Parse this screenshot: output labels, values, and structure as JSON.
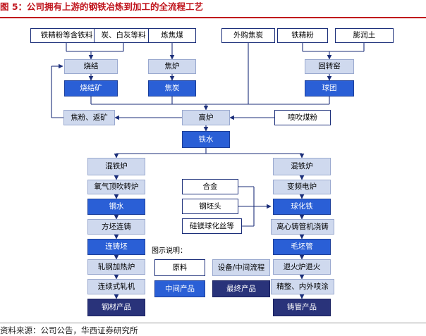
{
  "title": "图 5：公司拥有上游的钢铁冶炼到加工的全流程工艺",
  "source": "资料来源：公司公告，华西证券研究所",
  "nodes": {
    "iron_ore_fine": "铁精粉等含铁料",
    "coke_lime": "炭、白灰等料",
    "coking_coal": "炼焦煤",
    "purchased_coke": "外购焦炭",
    "iron_ore_fine2": "铁精粉",
    "bentonite": "膨润土",
    "sintering": "烧结",
    "coke_oven": "焦炉",
    "rotary_kiln": "回转窑",
    "sinter": "烧结矿",
    "coke": "焦炭",
    "pellet": "球团",
    "coke_breeze": "焦粉、返矿",
    "blast_furnace": "高炉",
    "pci": "喷吹煤粉",
    "hot_metal": "铁水",
    "mixer_left": "混铁炉",
    "bof": "氧气顶吹转炉",
    "molten_steel": "钢水",
    "billet_caster": "方坯连铸",
    "billet": "连铸坯",
    "reheat_furnace": "轧钢加热炉",
    "continuous_mill": "连续式轧机",
    "steel_products": "钢材产品",
    "alloy": "合金",
    "billet_head": "钢坯头",
    "nodulizer_wire": "硅镁球化丝等",
    "mixer_right": "混铁炉",
    "induction_furnace": "变频电炉",
    "nodular_iron": "球化铁",
    "centrifugal_caster": "离心铸管机浇铸",
    "rough_pipe": "毛坯管",
    "annealing": "退火炉退火",
    "finishing_coating": "精整、内外喷涂",
    "pipe_products": "铸管产品"
  },
  "legend": {
    "title": "图示说明：",
    "raw": "原料",
    "equipment": "设备/中间流程",
    "intermediate": "中间产品",
    "final": "最终产品"
  },
  "colors": {
    "title": "#c0141c",
    "raw_material_fill": "#ffffff",
    "equipment_fill": "#cfd9ee",
    "intermediate_fill": "#2a5fd6",
    "final_fill": "#29337a",
    "connector": "#1c2f7a"
  }
}
